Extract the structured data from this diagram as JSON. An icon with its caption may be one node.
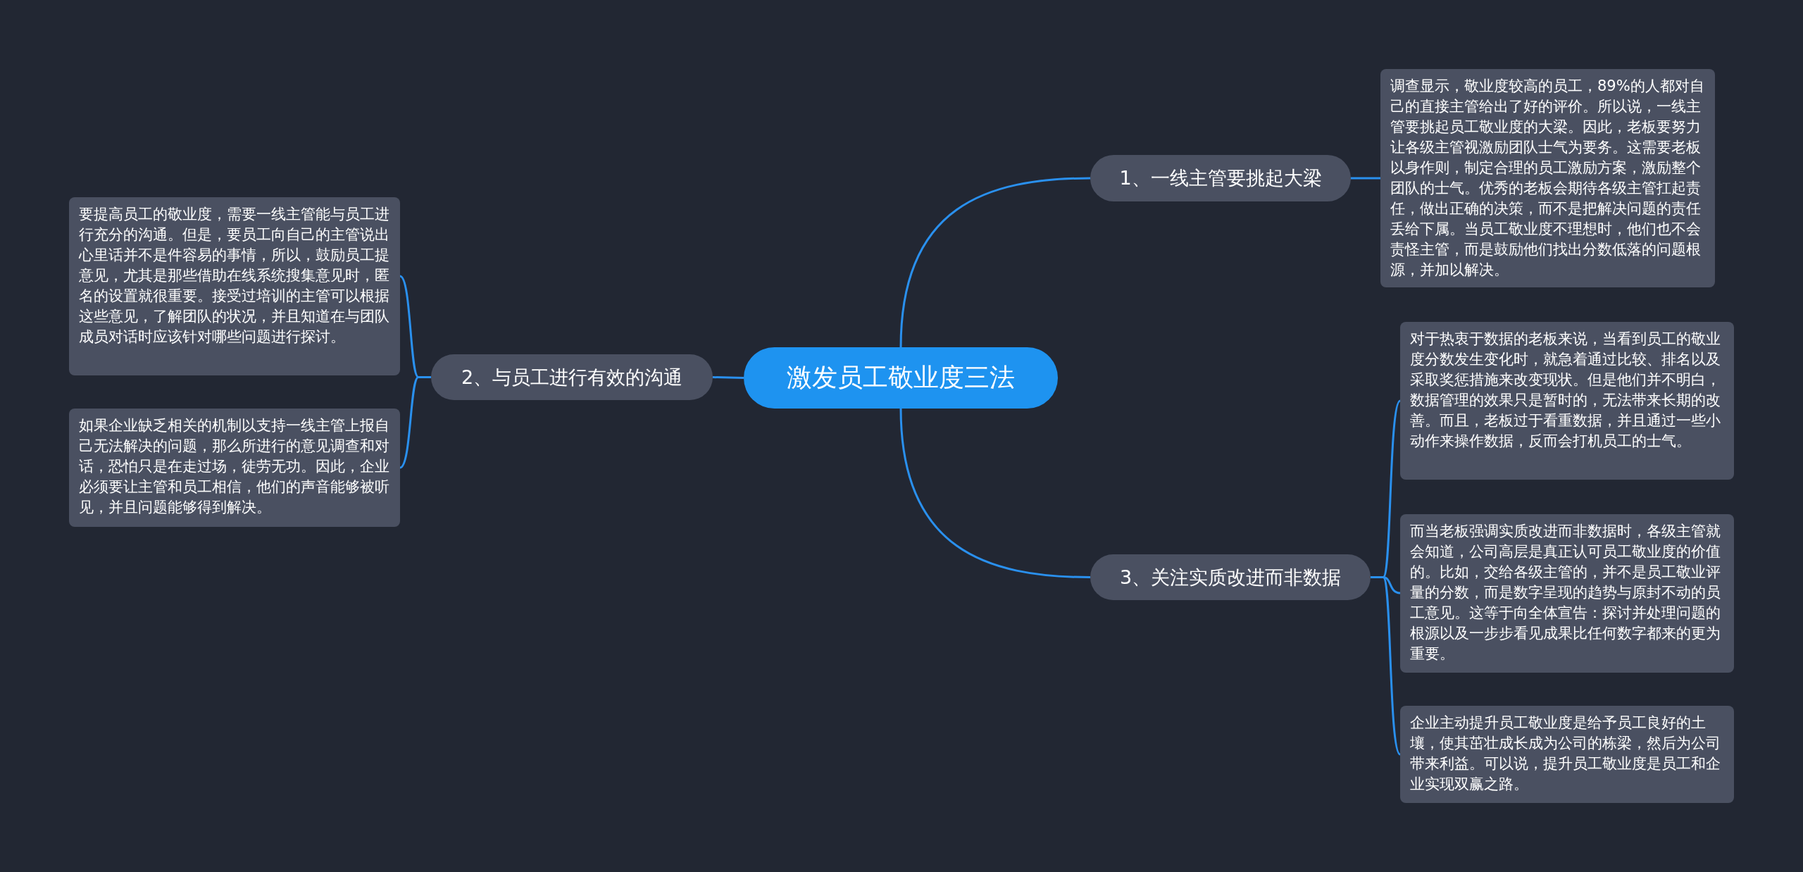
{
  "diagram": {
    "nodes": [
      {
        "text": [
          "激发员工敬业度三法"
        ]
      },
      {
        "text": [
          "1、一线主管要挑起大梁"
        ]
      },
      {
        "text": [
          "调查显示，敬业度较高的员工，89%的人都对自己的直接主管给出了好的评价。所以说，一线主管要挑起员工敬业度的大梁。因此，老板要努力让各级主管视激励团队士气为要务。这需要老板以身作则，制定合理的员工激励方案，激励整个团队的士气。优秀的老板会期待各级主管扛起责任，做出正确的决策，而不是把解决问题的责任丢给下属。当员工敬业度不理想时，他们也不会责怪主管，而是鼓励他们找出分数低落的问题根源，并加以解决。"
        ]
      },
      {
        "text": [
          "2、与员工进行有效的沟通"
        ]
      },
      {
        "text": [
          "要提高员工的敬业度，需要一线主管能与员工进行充分的沟通。但是，要员工向自己的主管说出心里话并不是件容易的事情，所以，鼓励员工提意见，尤其是那些借助在线系统搜集意见时，匿名的设置就很重要。接受过培训的主管可以根据这些意见，了解团队的状况，并且知道在与团队成员对话时应该针对哪些问题进行探讨。"
        ]
      },
      {
        "text": [
          "如果企业缺乏相关的机制以支持一线主管上报自己无法解决的问题，那么所进行的意见调查和对话，恐怕只是在走过场，徒劳无功。因此，企业必须要让主管和员工相信，他们的声音能够被听见，并且问题能够得到解决。"
        ]
      },
      {
        "text": [
          "3、关注实质改进而非数据"
        ]
      },
      {
        "text": [
          "对于热衷于数据的老板来说，当看到员工的敬业度分数发生变化时，就急着通过比较、排名以及采取奖惩措施来改变现状。但是他们并不明白，数据管理的效果只是暂时的，无法带来长期的改善。而且，老板过于看重数据，并且通过一些小动作来操作数据，反而会打机员工的士气。"
        ]
      },
      {
        "text": [
          "而当老板强调实质改进而非数据时，各级主管就会知道，公司高层是真正认可员工敬业度的价值的。比如，交给各级主管的，并不是员工敬业评量的分数，而是数字呈现的趋势与原封不动的员工意见。这等于向全体宣告：探讨并处理问题的根源以及一步步看见成果比任何数字都来的更为重要。"
        ]
      },
      {
        "text": [
          "企业主动提升员工敬业度是给予员工良好的土壤，使其茁壮成长成为公司的栋梁，然后为公司带来利益。可以说，提升员工敬业度是员工和企业实现双赢之路。"
        ]
      }
    ],
    "edges": [
      {
        "from": 0,
        "to": 1,
        "arrow": "none"
      },
      {
        "from": 0,
        "to": 3,
        "arrow": "none"
      },
      {
        "from": 0,
        "to": 6,
        "arrow": "none"
      },
      {
        "from": 1,
        "to": 2,
        "arrow": "none"
      },
      {
        "from": 3,
        "to": 4,
        "arrow": "none"
      },
      {
        "from": 3,
        "to": 5,
        "arrow": "none"
      },
      {
        "from": 6,
        "to": 7,
        "arrow": "none"
      },
      {
        "from": 6,
        "to": 8,
        "arrow": "none"
      },
      {
        "from": 6,
        "to": 9,
        "arrow": "none"
      }
    ]
  }
}
